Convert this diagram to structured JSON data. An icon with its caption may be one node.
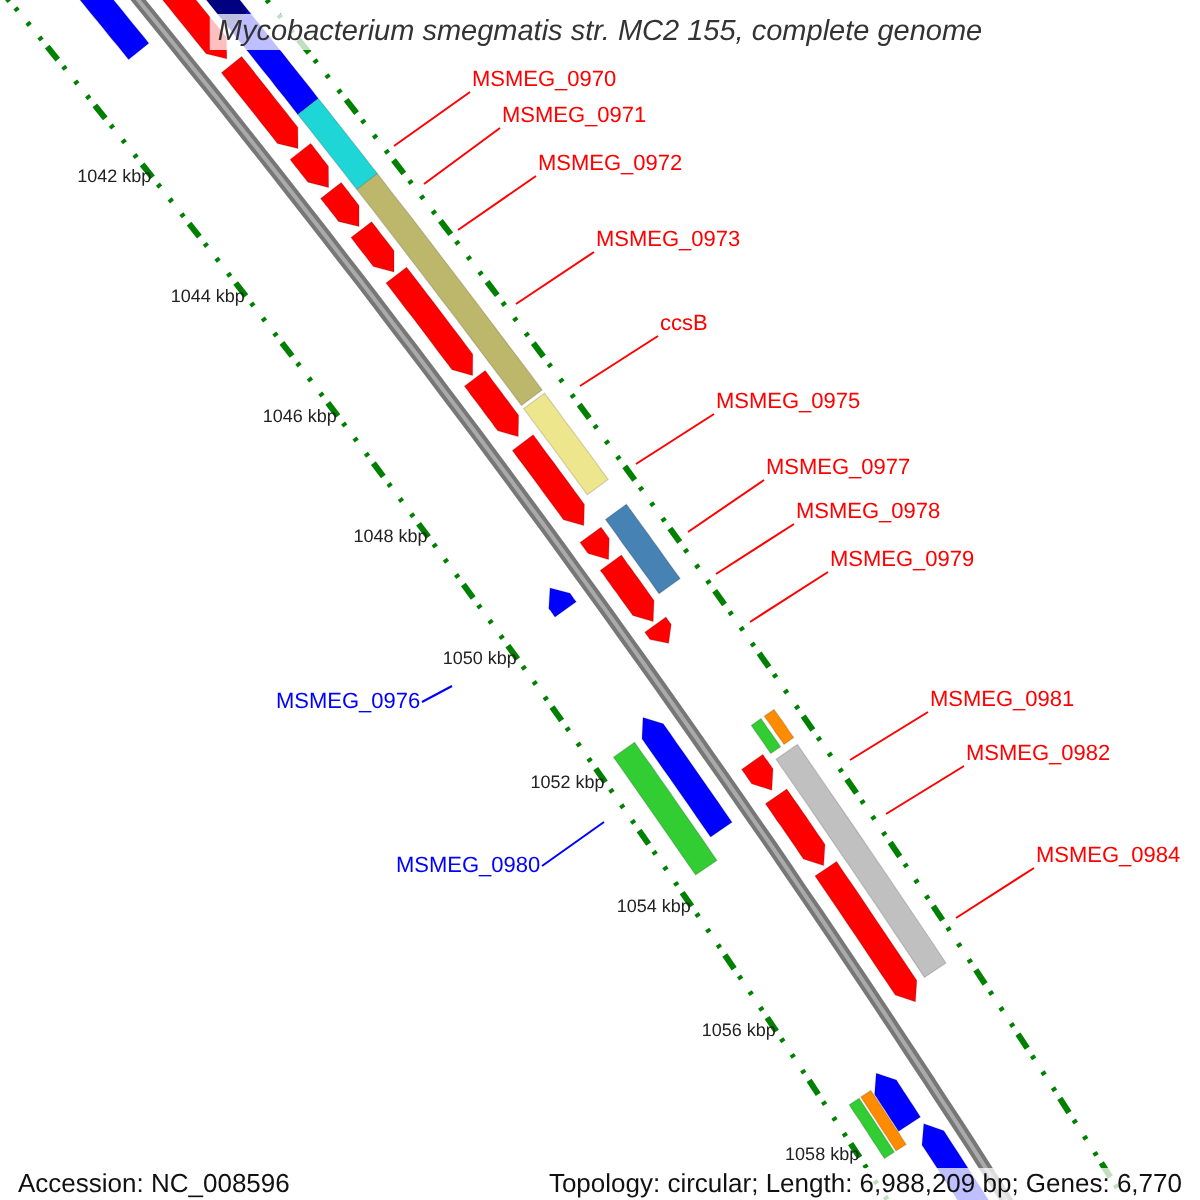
{
  "diagram": {
    "title": "Mycobacterium smegmatis str. MC2 155, complete genome",
    "nodes": [
      {
        "text": [
          "MSMEG_0970"
        ]
      },
      {
        "text": [
          "MSMEG_0971"
        ]
      },
      {
        "text": [
          "MSMEG_0972"
        ]
      },
      {
        "text": [
          "MSMEG_0973"
        ]
      },
      {
        "text": [
          "ccsB"
        ]
      },
      {
        "text": [
          "MSMEG_0975"
        ]
      },
      {
        "text": [
          "MSMEG_0977"
        ]
      },
      {
        "text": [
          "MSMEG_0978"
        ]
      },
      {
        "text": [
          "MSMEG_0979"
        ]
      },
      {
        "text": [
          "MSMEG_0976"
        ]
      },
      {
        "text": [
          "MSMEG_0981"
        ]
      },
      {
        "text": [
          "MSMEG_0982"
        ]
      },
      {
        "text": [
          "MSMEG_0984"
        ]
      },
      {
        "text": [
          "MSMEG_0980"
        ]
      }
    ],
    "edges": [
      {
        "from": 0,
        "to": null,
        "arrow": "none"
      },
      {
        "from": 1,
        "to": null,
        "arrow": "none"
      },
      {
        "from": 2,
        "to": null,
        "arrow": "none"
      },
      {
        "from": 3,
        "to": null,
        "arrow": "none"
      },
      {
        "from": 4,
        "to": null,
        "arrow": "none"
      },
      {
        "from": 5,
        "to": null,
        "arrow": "none"
      },
      {
        "from": 6,
        "to": null,
        "arrow": "none"
      },
      {
        "from": 7,
        "to": null,
        "arrow": "none"
      },
      {
        "from": 8,
        "to": null,
        "arrow": "none"
      },
      {
        "from": 9,
        "to": null,
        "arrow": "none",
        "color": "#0000ff"
      },
      {
        "from": 10,
        "to": null,
        "arrow": "none"
      },
      {
        "from": 11,
        "to": null,
        "arrow": "none"
      },
      {
        "from": 12,
        "to": null,
        "arrow": "none"
      },
      {
        "from": 13,
        "to": null,
        "arrow": "none",
        "color": "#0000ff"
      }
    ],
    "labels": [
      "1042 kbp",
      "1044 kbp",
      "1046 kbp",
      "1048 kbp",
      "1050 kbp",
      "1052 kbp",
      "1054 kbp",
      "1056 kbp",
      "1058 kbp",
      "Accession: NC_008596",
      "Topology: circular; Length: 6,988,209 bp; Genes: 6,770"
    ]
  }
}
